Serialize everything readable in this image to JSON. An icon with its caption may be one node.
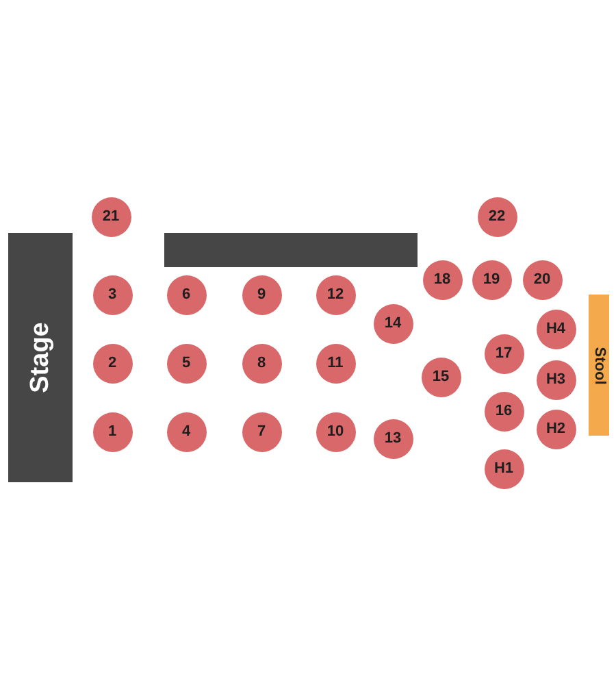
{
  "diagram": {
    "nodes": [
      {
        "text": [
          "21"
        ]
      },
      {
        "text": [
          "22"
        ]
      },
      {
        "text": [
          "Stage"
        ]
      },
      {
        "text": [],
        "shape": "bar"
      },
      {
        "text": [
          "18"
        ]
      },
      {
        "text": [
          "19"
        ]
      },
      {
        "text": [
          "20"
        ]
      },
      {
        "text": [
          "3"
        ]
      },
      {
        "text": [
          "6"
        ]
      },
      {
        "text": [
          "9"
        ]
      },
      {
        "text": [
          "12"
        ]
      },
      {
        "text": [
          "Stool"
        ]
      },
      {
        "text": [
          "14"
        ]
      },
      {
        "text": [
          "H4"
        ]
      },
      {
        "text": [
          "17"
        ]
      },
      {
        "text": [
          "2"
        ]
      },
      {
        "text": [
          "5"
        ]
      },
      {
        "text": [
          "8"
        ]
      },
      {
        "text": [
          "11"
        ]
      },
      {
        "text": [
          "15"
        ]
      },
      {
        "text": [
          "H3"
        ]
      },
      {
        "text": [
          "16"
        ]
      },
      {
        "text": [
          "1"
        ]
      },
      {
        "text": [
          "4"
        ]
      },
      {
        "text": [
          "7"
        ]
      },
      {
        "text": [
          "10"
        ]
      },
      {
        "text": [
          "13"
        ]
      },
      {
        "text": [
          "H2"
        ]
      },
      {
        "text": [
          "H1"
        ]
      }
    ]
  }
}
